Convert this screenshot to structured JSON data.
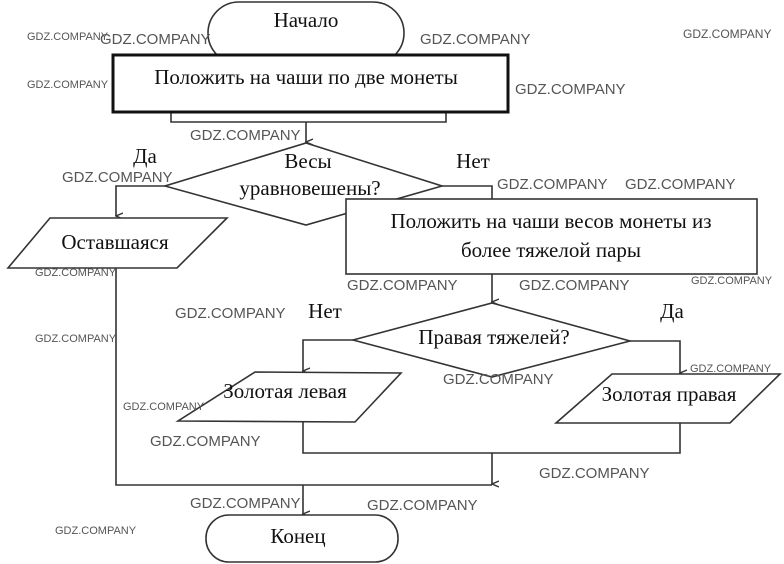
{
  "flowchart": {
    "start": "Начало",
    "step1": "Положить на чаши по две монеты",
    "decision1": {
      "line1": "Весы",
      "line2": "уравновешены?",
      "yes": "Да",
      "no": "Нет"
    },
    "remaining": "Оставшаяся",
    "step2": {
      "line1": "Положить на чаши весов монеты из",
      "line2": "более тяжелой пары"
    },
    "decision2": {
      "label": "Правая тяжелей?",
      "no": "Нет",
      "yes": "Да"
    },
    "gold_left": "Золотая левая",
    "gold_right": "Золотая правая",
    "end": "Конец"
  },
  "watermark": "GDZ.COMPANY"
}
